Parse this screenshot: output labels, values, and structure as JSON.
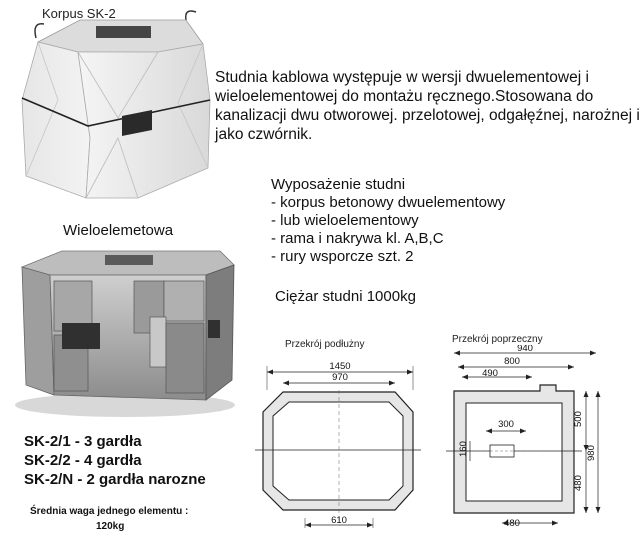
{
  "top_figure": {
    "caption": "Korpus SK-2"
  },
  "intro_text": "Studnia kablowa występuje w wersji dwuelementowej i wieloelementowej do montażu ręcznego.Stosowana do kanalizacji dwu otworowej. przelotowej, odgałęźnej, narożnej i jako czwórnik.",
  "equipment": {
    "title": "Wyposażenie studni",
    "items": [
      "- korpus betonowy dwuelementowy",
      "- lub wieloelementowy",
      "- rama i nakrywa kl. A,B,C",
      "- rury wsporcze szt. 2"
    ]
  },
  "weight_text": "Ciężar studni 1000kg",
  "multi_label": "Wieloelemetowa",
  "variants": [
    "SK-2/1 - 3 gardła",
    "SK-2/2 - 4 gardła",
    "SK-2/N - 2 gardła narozne"
  ],
  "avg_weight_label": "Średnia waga jednego elementu :",
  "avg_weight_value": "120kg",
  "drawing_long": {
    "title": "Przekrój podłużny",
    "dims": [
      "1450",
      "970",
      "610"
    ]
  },
  "drawing_cross": {
    "title": "Przekrój poprzeczny",
    "dims": [
      "940",
      "800",
      "490",
      "300",
      "500",
      "980",
      "160",
      "480",
      "480"
    ]
  }
}
